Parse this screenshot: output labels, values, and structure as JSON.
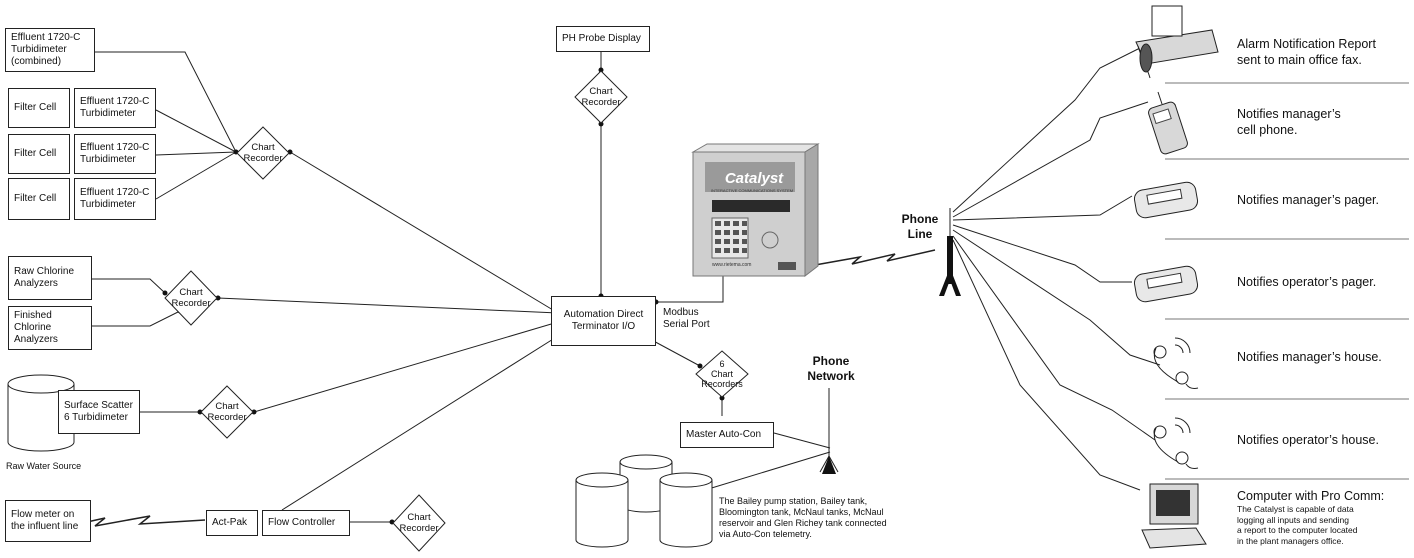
{
  "chart_recorder": "Chart\nRecorder",
  "six_chart_recorders": "6\nChart\nRecorders",
  "turbidity": {
    "combined": "Effluent 1720-C\nTurbidimeter\n(combined)",
    "filter_cell": "Filter Cell",
    "effluent": "Effluent 1720-C\nTurbidimeter"
  },
  "ph_probe": "PH Probe Display",
  "chlorine": {
    "raw": "Raw Chlorine\nAnalyzers",
    "finished": "Finished Chlorine\nAnalyzers"
  },
  "surface_scatter": "Surface Scatter\n6 Turbidimeter",
  "raw_water_source": "Raw Water Source",
  "flow_meter": "Flow meter on\nthe influent line",
  "act_pak": "Act-Pak",
  "flow_controller": "Flow Controller",
  "terminator": "Automation Direct\nTerminator I/O",
  "modbus": "Modbus\nSerial Port",
  "master_autocon": "Master Auto-Con",
  "phone_network": "Phone\nNetwork",
  "phone_line": "Phone\nLine",
  "tanks_caption": "The Bailey pump station, Bailey tank,\nBloomington tank, McNaul tanks, McNaul\nreservoir and Glen Richey tank connected\nvia Auto-Con telemetry.",
  "catalyst": {
    "brand": "Catalyst",
    "tagline": "INTERACTIVE COMMUNICATIONS SYSTEM",
    "url": "www.rietema.com"
  },
  "notifications": [
    "Alarm Notification Report\nsent to main office fax.",
    "Notifies manager’s\ncell phone.",
    "Notifies manager’s pager.",
    "Notifies operator’s pager.",
    "Notifies manager’s house.",
    "Notifies operator’s house."
  ],
  "computer": {
    "title": "Computer with Pro Comm:",
    "body": "The Catalyst is capable of data\nlogging all inputs and sending\na report to the computer located\nin the plant managers office."
  }
}
